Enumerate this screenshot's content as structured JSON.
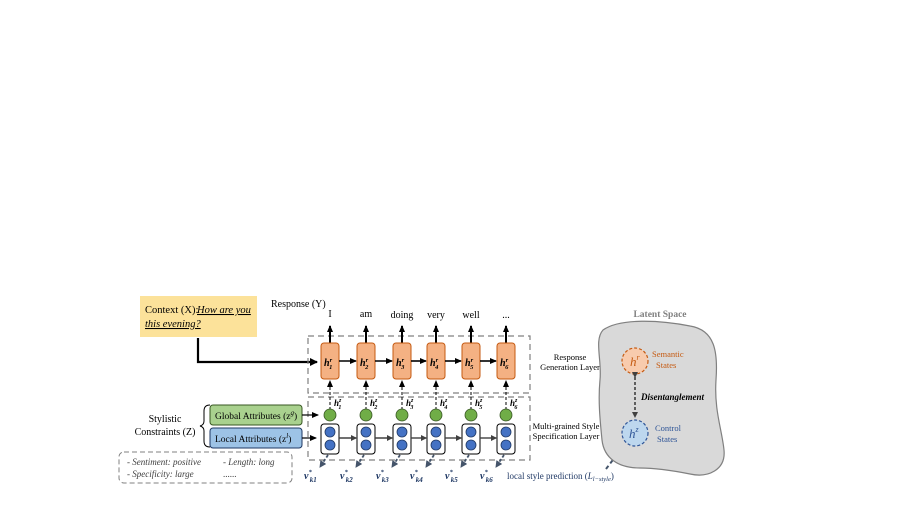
{
  "context": {
    "prefix": "Context (X): ",
    "line1": "How are you",
    "line2": "this evening?"
  },
  "response_label": "Response (Y)",
  "response_words": [
    "I",
    "am",
    "doing",
    "very",
    "well",
    "..."
  ],
  "hr_labels": [
    "h1",
    "h2",
    "h3",
    "h4",
    "h5",
    "h6"
  ],
  "hz_labels": [
    "h1",
    "h2",
    "h3",
    "h4",
    "h5",
    "h6"
  ],
  "v_labels": [
    "v",
    "v",
    "v",
    "v",
    "v",
    "v"
  ],
  "v_subs": [
    "k1",
    "k2",
    "k3",
    "k4",
    "k5",
    "k6"
  ],
  "layers": {
    "response_line1": "Response",
    "response_line2": "Generation Layer",
    "style_line1": "Multi-grained Style",
    "style_line2": "Specification Layer"
  },
  "stylistic": {
    "line1": "Stylistic",
    "line2": "Constraints (Z)",
    "global": "Global Attributes (z",
    "global_sup": "g",
    "local": "Local Attributes (z",
    "local_sup": "l"
  },
  "attributes_box": {
    "row1a": "- Sentiment: positive",
    "row1b": "- Length: long",
    "row2a": "- Specificity: large",
    "row2b": "......"
  },
  "latent": {
    "title": "Latent Space",
    "semantic_line1": "Semantic",
    "semantic_line2": "States",
    "control_line1": "Control",
    "control_line2": "States",
    "disentanglement": "Disentanglement",
    "hr": "h",
    "hr_sup": "r",
    "hz": "h",
    "hz_sup": "z"
  },
  "local_prediction": {
    "text": "local style prediction (",
    "L": "L",
    "sub": "l−style",
    "close": ")"
  },
  "colors": {
    "context_fill": "#fce29a",
    "orange_fill": "#f4b183",
    "orange_stroke": "#c55a11",
    "green_fill": "#70ad47",
    "green_stroke": "#375623",
    "blue_fill": "#4472c4",
    "blue_stroke": "#1f3864",
    "global_fill": "#a9d18e",
    "local_fill": "#9dc3e6",
    "latent_fill": "#d9d9d9",
    "semantic_text": "#c55a11",
    "control_text": "#2f5597",
    "v_text": "#1f3864"
  }
}
